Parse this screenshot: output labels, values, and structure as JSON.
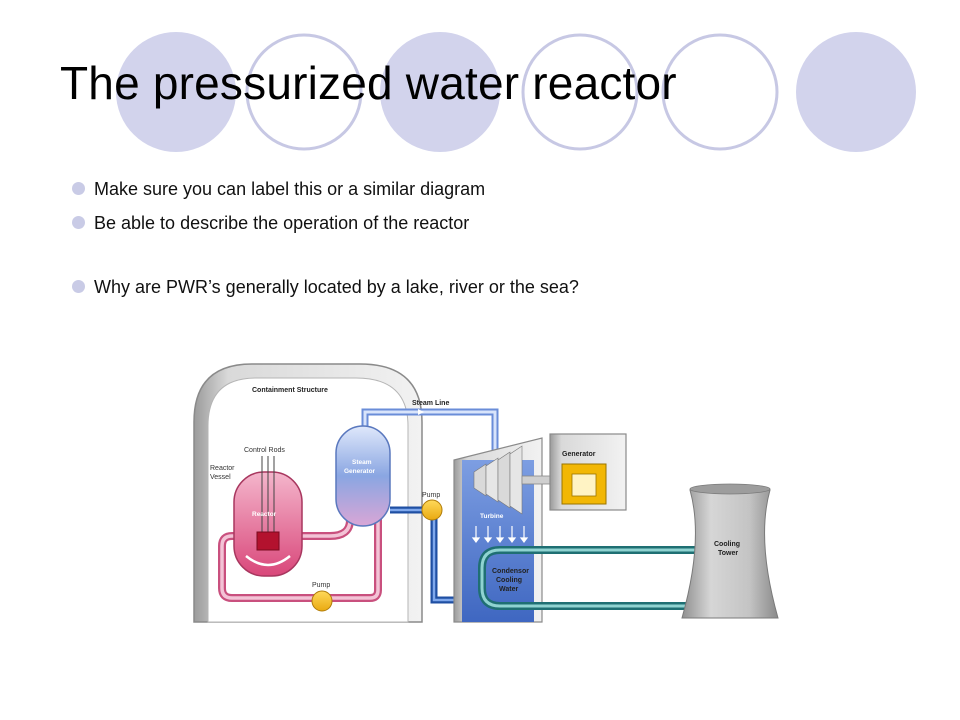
{
  "slide": {
    "title": "The pressurized water reactor",
    "bullets": [
      "Make sure you can label this or a similar diagram",
      "Be able to describe the operation of the reactor",
      "Why are PWR’s generally located by a lake, river or the sea?"
    ]
  },
  "diagram": {
    "labels": {
      "containment": "Containment Structure",
      "steam_line": "Steam Line",
      "control_rods": "Control Rods",
      "reactor_vessel_1": "Reactor",
      "reactor_vessel_2": "Vessel",
      "reactor": "Reactor",
      "steam_gen_1": "Steam",
      "steam_gen_2": "Generator",
      "pump_top": "Pump",
      "pump_bottom": "Pump",
      "generator": "Generator",
      "turbine": "Turbine",
      "condensor_1": "Condensor",
      "condensor_2": "Cooling",
      "condensor_3": "Water",
      "cooling_tower_1": "Cooling",
      "cooling_tower_2": "Tower"
    }
  },
  "colors": {
    "decor_fill": "#d2d3ec",
    "decor_stroke": "#c7c8e4",
    "bullet": "#c9cbe6",
    "reactor_pink": "#e0648f",
    "steam_blue": "#6f8fd6",
    "pump_yellow": "#f3c13a",
    "tower_gray": "#bdbdbd"
  }
}
